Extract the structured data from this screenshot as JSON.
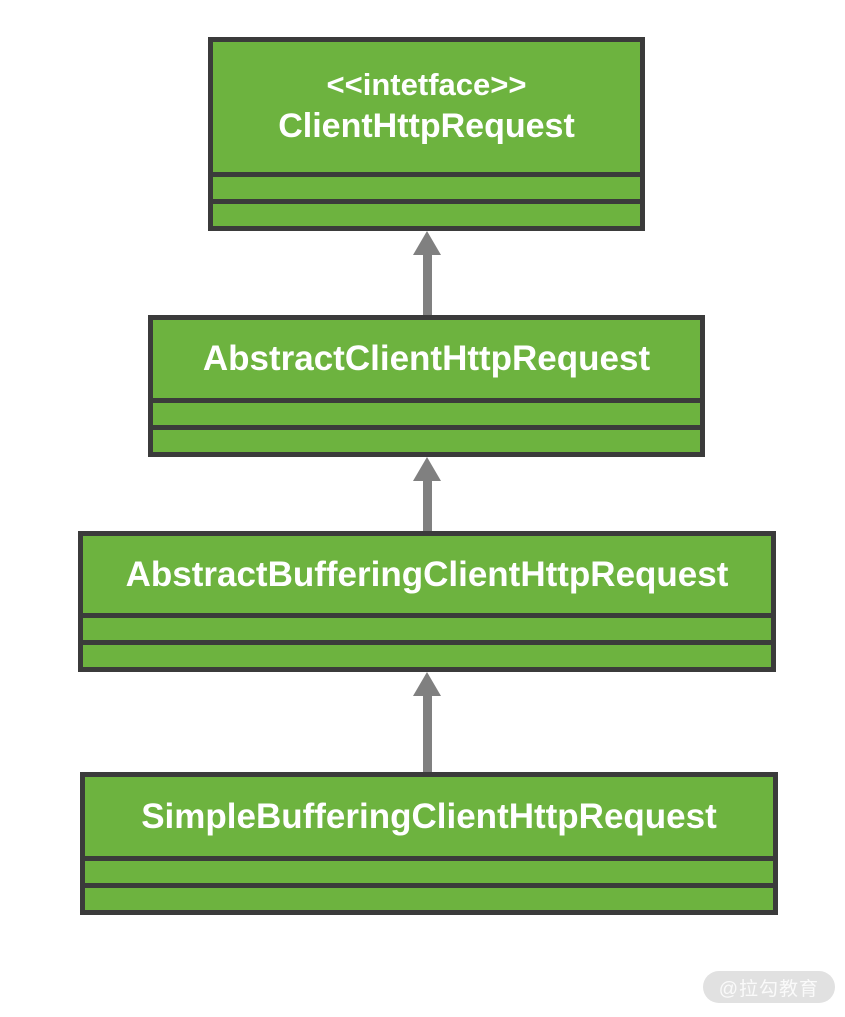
{
  "diagram": {
    "type": "uml-class-inheritance",
    "classes": [
      {
        "stereotype": "<<intetface>>",
        "name": "ClientHttpRequest"
      },
      {
        "name": "AbstractClientHttpRequest"
      },
      {
        "name": "AbstractBufferingClientHttpRequest"
      },
      {
        "name": "SimpleBufferingClientHttpRequest"
      }
    ],
    "relations": [
      {
        "from": "AbstractClientHttpRequest",
        "to": "ClientHttpRequest",
        "type": "generalization"
      },
      {
        "from": "AbstractBufferingClientHttpRequest",
        "to": "AbstractClientHttpRequest",
        "type": "generalization"
      },
      {
        "from": "SimpleBufferingClientHttpRequest",
        "to": "AbstractBufferingClientHttpRequest",
        "type": "generalization"
      }
    ],
    "colors": {
      "box_fill": "#6db33f",
      "box_border": "#3b3b3b",
      "arrow": "#808080",
      "text": "#ffffff",
      "background": "#ffffff",
      "watermark_bg": "#e1e1e1",
      "watermark_text": "#fafafa"
    },
    "watermark": "@拉勾教育"
  }
}
